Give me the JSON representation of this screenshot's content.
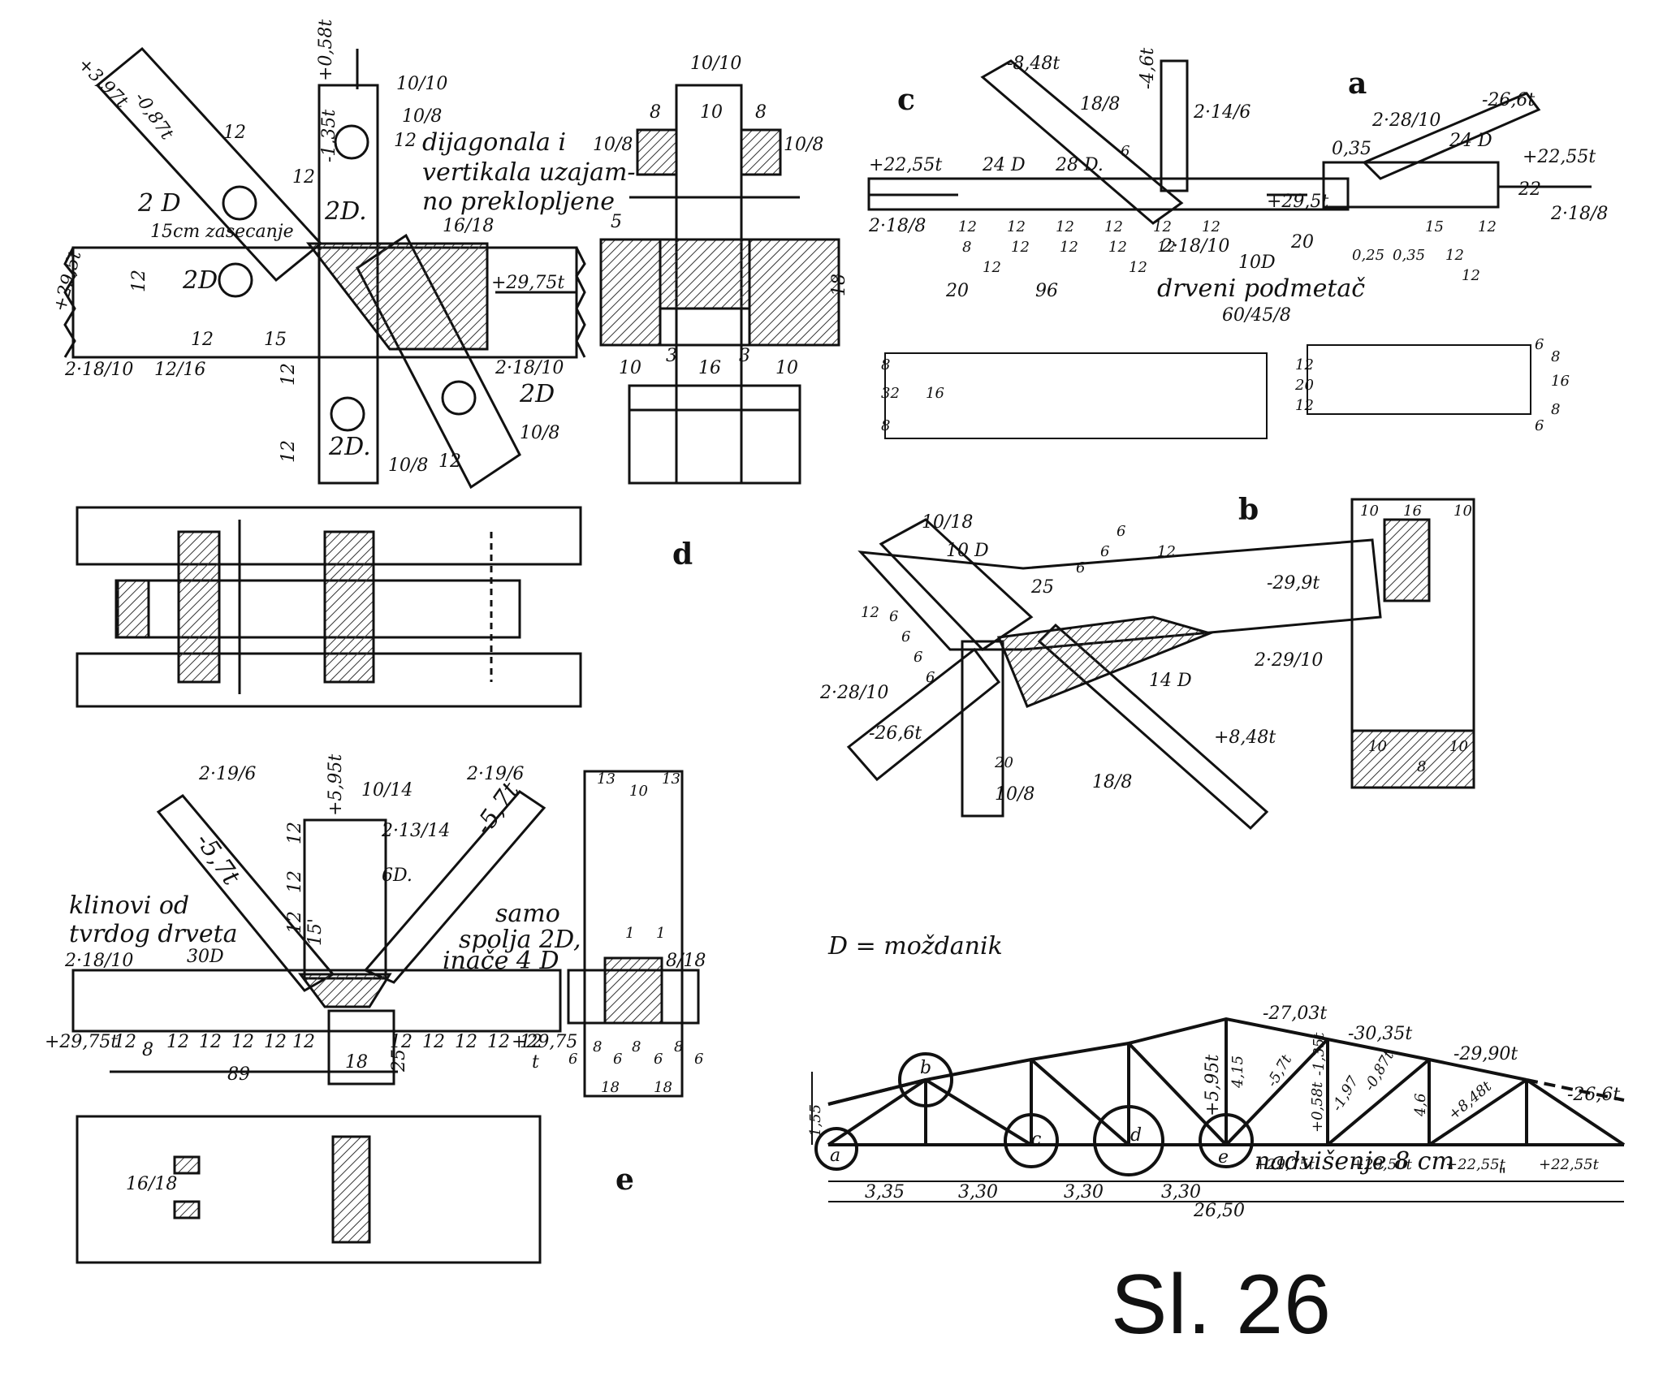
{
  "figure": {
    "caption": "Sl. 26",
    "legend": "D = moždanik"
  },
  "colors": {
    "ink": "#111111",
    "paper": "#ffffff",
    "hatch": "#333333"
  },
  "panel_letters": {
    "a": "a",
    "b": "b",
    "c": "c",
    "d": "d",
    "e": "e"
  },
  "detail_d": {
    "labels": [
      "+3,97t",
      "-0,87t",
      "12",
      "12",
      "2 D",
      "+0,58t",
      "10/10",
      "10/8",
      "-1,35t",
      "12",
      "2D.",
      "dijagonala i",
      "vertikala uzajam-",
      "no preklopljene",
      "15cm zasecanje",
      "16/18",
      "12",
      "2D",
      "+29,75t",
      "+29,5t",
      "12",
      "15",
      "2·18/10",
      "12/16",
      "2·18/10",
      "12",
      "2D.",
      "12",
      "10/8",
      "2D",
      "10/8",
      "12"
    ],
    "section_labels": [
      "10/10",
      "8",
      "10",
      "8",
      "10/8",
      "10/8",
      "5",
      "18",
      "10",
      "3",
      "16",
      "3",
      "10"
    ]
  },
  "detail_c": {
    "labels": [
      "-8,48t",
      "18/8",
      "-4,6t",
      "2·14/6",
      "+22,55t",
      "24 D",
      "28 D.",
      "6",
      "+29,5t",
      "2·18/8",
      "12",
      "12",
      "12",
      "12",
      "12",
      "12",
      "8",
      "12",
      "12",
      "12",
      "12",
      "12",
      "12",
      "20",
      "96",
      "2·18/10",
      "10D",
      "20",
      "drveni podmetač",
      "60/45/8"
    ],
    "plan_labels": [
      "8",
      "32",
      "16",
      "8",
      "12",
      "20",
      "12",
      "6",
      "8",
      "16",
      "8",
      "6"
    ]
  },
  "detail_a": {
    "labels": [
      "2·28/10",
      "-26,6t",
      "0,35",
      "24 D",
      "+22,55t",
      "22",
      "2·18/8",
      "15",
      "12",
      "0,25",
      "0,35",
      "12",
      "12"
    ]
  },
  "detail_b": {
    "labels": [
      "10/18",
      "10 D",
      "12",
      "6",
      "6",
      "6",
      "6",
      "25",
      "6",
      "6",
      "6",
      "12",
      "-29,9t",
      "2·29/10",
      "14 D",
      "2·28/10",
      "-26,6t",
      "20",
      "10/8",
      "18/8",
      "+8,48t"
    ],
    "section_labels": [
      "10",
      "16",
      "10",
      "10",
      "8",
      "10"
    ]
  },
  "detail_e": {
    "labels": [
      "2·19/6",
      "+5,95t",
      "10/14",
      "2·19/6",
      "12",
      "2·13/14",
      "-5,7t",
      "-5,7t",
      "12",
      "6D.",
      "12",
      "15'",
      "klinovi od",
      "tvrdog drveta",
      "samo",
      "spolja 2D,",
      "inače 4 D",
      "2·18/10",
      "30D",
      "+29,75t",
      "12",
      "8",
      "12",
      "12",
      "12",
      "12",
      "12",
      "12",
      "12",
      "12",
      "12",
      "12",
      "+29,75",
      "t",
      "89",
      "18",
      "25",
      "16/18"
    ],
    "section_labels": [
      "13",
      "10",
      "13",
      "8/18",
      "1",
      "1",
      "6",
      "8",
      "6",
      "8",
      "6",
      "8",
      "6",
      "18",
      "18"
    ]
  },
  "truss": {
    "node_labels": [
      "a",
      "b",
      "c",
      "d",
      "e"
    ],
    "member_forces": [
      "-27,03t",
      "-30,35t",
      "-29,90t",
      "-26,6t",
      "+5,95t",
      "4,15",
      "-5,7t",
      "+0,58t",
      "-1,35t",
      "-1,97",
      "-0,87t",
      "4,6",
      "+8,48t",
      "+29,75t",
      "+29,50t",
      "+22,55t",
      "+22,55t"
    ],
    "dims": [
      "1,55",
      "3,35",
      "3,30",
      "3,30",
      "3,30",
      "26,50"
    ],
    "camber_note": "nadvišenje 8 cm",
    "mark": "\""
  }
}
